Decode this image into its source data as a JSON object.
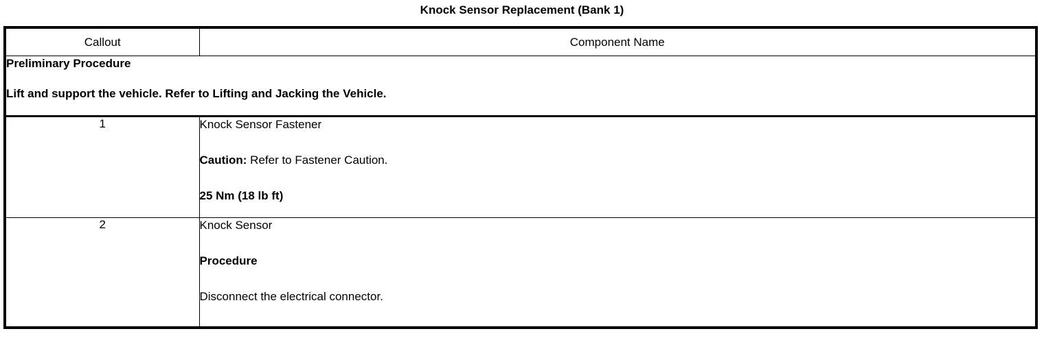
{
  "document": {
    "title": "Knock Sensor Replacement (Bank 1)"
  },
  "table": {
    "headers": {
      "callout": "Callout",
      "component_name": "Component Name"
    },
    "preliminary": {
      "heading": "Preliminary Procedure",
      "step": "Lift and support the vehicle. Refer to Lifting and Jacking the Vehicle."
    },
    "rows": [
      {
        "callout": "1",
        "name": "Knock Sensor Fastener",
        "caution_label": "Caution:",
        "caution_text": " Refer to Fastener Caution.",
        "torque": "25 Nm (18 lb ft)"
      },
      {
        "callout": "2",
        "name": "Knock Sensor",
        "procedure_label": "Procedure",
        "procedure_step": "Disconnect the electrical connector."
      }
    ]
  }
}
